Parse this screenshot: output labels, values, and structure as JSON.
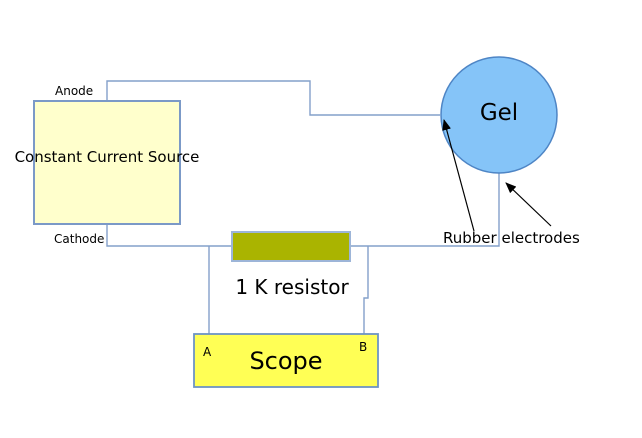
{
  "labels": {
    "anode": "Anode",
    "cathode": "Cathode",
    "source": "Constant Current Source",
    "gel": "Gel",
    "resistor": "1 K resistor",
    "electrodes": "Rubber electrodes",
    "scope": "Scope",
    "probe_a": "A",
    "probe_b": "B"
  },
  "colors": {
    "source_fill": "#ffffcc",
    "resistor_fill": "#aab400",
    "scope_fill": "#ffff55",
    "gel_fill": "#85c4f8",
    "wire": "#84a0ca",
    "arrow": "#000000"
  }
}
